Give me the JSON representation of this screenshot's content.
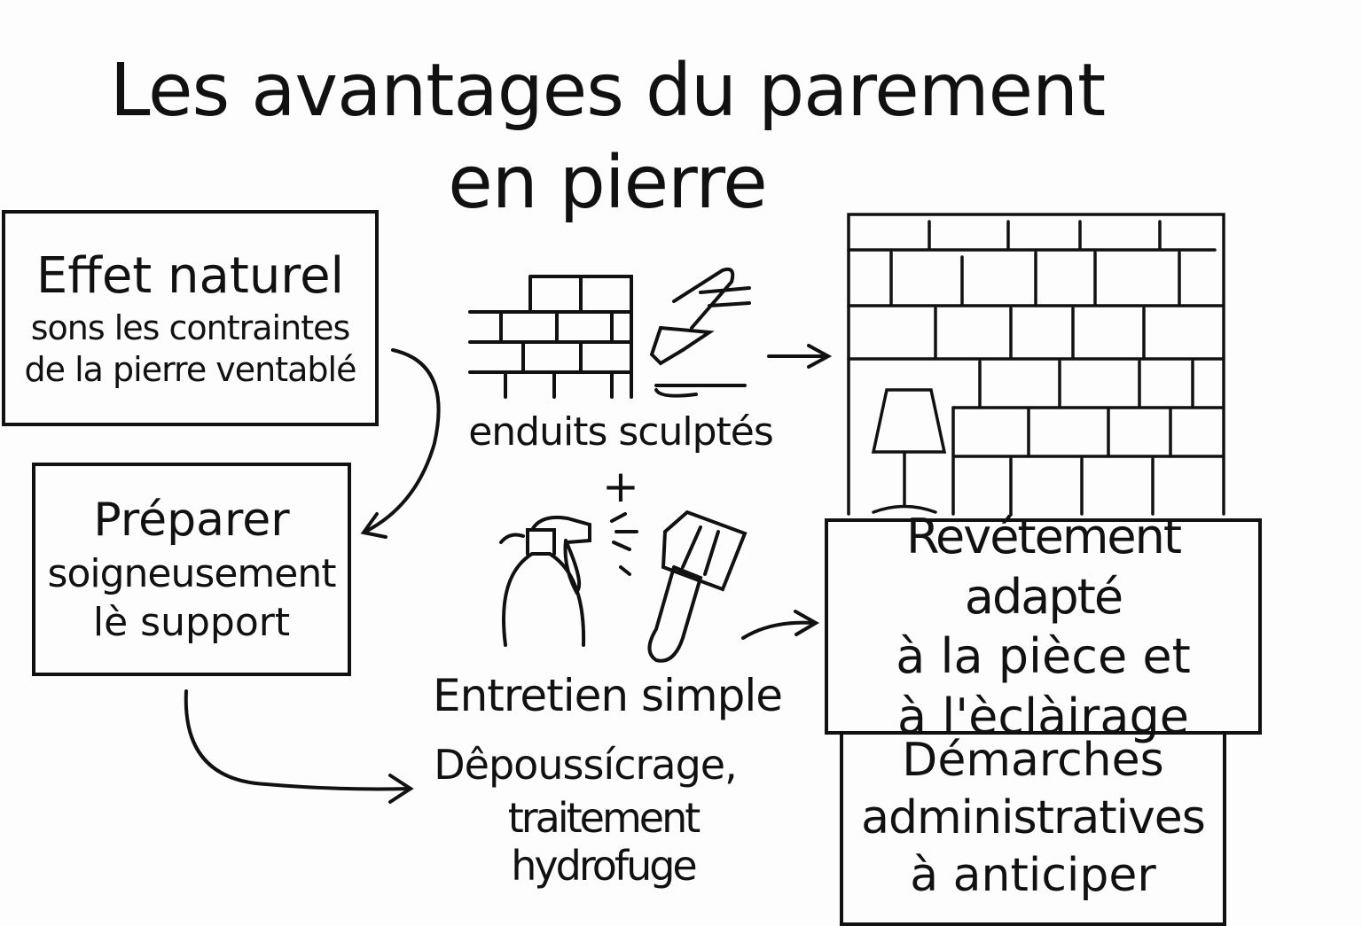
{
  "title": {
    "line1": "Les avantages du parement",
    "line2": "en pierre"
  },
  "box_effet": {
    "heading": "Effet naturel",
    "line2": "sons les contraintes",
    "line3": "de la pierre ventablé"
  },
  "box_preparer": {
    "line1": "Préparer",
    "line2": "soigneusement",
    "line3": "lè support"
  },
  "enduits": {
    "label": "enduits sculptés",
    "plus": "+"
  },
  "entretien": {
    "heading": "Entretien simple",
    "line2": "Dêpoussícrage,",
    "line3": "traitement hydrofuge"
  },
  "box_revetement": {
    "line1": "Revétement adapté",
    "line2": "à la pièce et",
    "line3": "à l'èclàirage"
  },
  "box_demarches": {
    "line1": "Démarches",
    "line2": "administratives",
    "line3": "à anticiper"
  },
  "icons": [
    "brick-wall-icon",
    "trowel-icon",
    "spray-bottle-icon",
    "paint-brush-icon",
    "lamp-icon",
    "arrow-icon"
  ],
  "colors": {
    "ink": "#111111",
    "paper": "#fdfdfd"
  }
}
